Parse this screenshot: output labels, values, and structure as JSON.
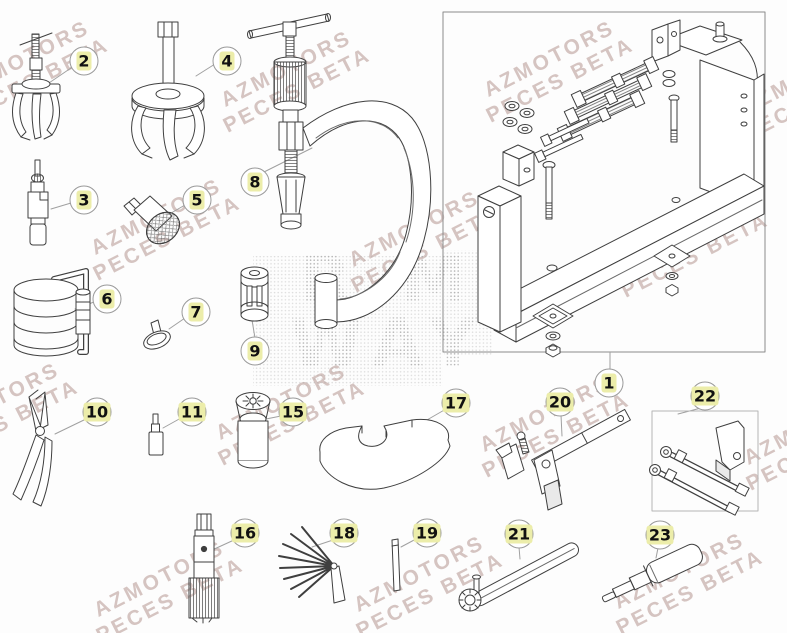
{
  "watermark_stamp": {
    "line1": "AZMOTORS",
    "line2": "PECES BETA",
    "color": "#9e746e"
  },
  "halftone_watermark": {
    "line1": "RM",
    "line2": "WAY"
  },
  "colors": {
    "line_art": "#3f3f3f",
    "callout_highlight": "#ecedaa",
    "box_border": "#8a8a8a"
  },
  "callouts": [
    {
      "number": "1"
    },
    {
      "number": "2"
    },
    {
      "number": "3"
    },
    {
      "number": "4"
    },
    {
      "number": "5"
    },
    {
      "number": "6"
    },
    {
      "number": "7"
    },
    {
      "number": "8"
    },
    {
      "number": "9"
    },
    {
      "number": "10"
    },
    {
      "number": "11"
    },
    {
      "number": "15"
    },
    {
      "number": "16"
    },
    {
      "number": "17"
    },
    {
      "number": "18"
    },
    {
      "number": "19"
    },
    {
      "number": "20"
    },
    {
      "number": "21"
    },
    {
      "number": "22"
    },
    {
      "number": "23"
    }
  ]
}
